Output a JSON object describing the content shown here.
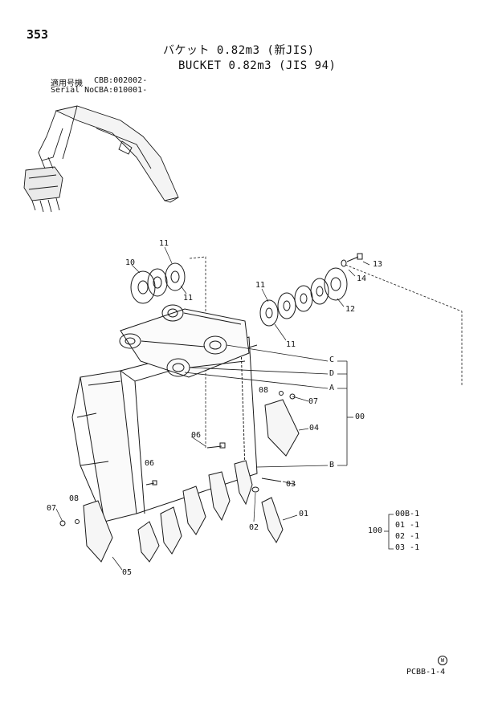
{
  "page": {
    "page_number": "353",
    "title_jp": "バケット 0.82m3 (新JIS)",
    "title_en": "BUCKET 0.82m3 (JIS 94)",
    "serial_label_jp": "適用号機",
    "serial_value_1": "CBB:002002-",
    "serial_label_en": "Serial No.",
    "serial_value_2": "CBA:010001-",
    "footer_code": "PCBB-1-4",
    "circled_mark": "W"
  },
  "callouts": [
    {
      "id": "c11a",
      "label": "11"
    },
    {
      "id": "c10",
      "label": "10"
    },
    {
      "id": "c11b",
      "label": "11"
    },
    {
      "id": "c13",
      "label": "13"
    },
    {
      "id": "c14",
      "label": "14"
    },
    {
      "id": "c11c",
      "label": "11"
    },
    {
      "id": "c12",
      "label": "12"
    },
    {
      "id": "c11d",
      "label": "11"
    },
    {
      "id": "cC",
      "label": "C"
    },
    {
      "id": "cD",
      "label": "D"
    },
    {
      "id": "cA",
      "label": "A"
    },
    {
      "id": "c08a",
      "label": "08"
    },
    {
      "id": "c07a",
      "label": "07"
    },
    {
      "id": "c00",
      "label": "00"
    },
    {
      "id": "c04",
      "label": "04"
    },
    {
      "id": "c06a",
      "label": "06"
    },
    {
      "id": "c06b",
      "label": "06"
    },
    {
      "id": "cB",
      "label": "B"
    },
    {
      "id": "c03",
      "label": "03"
    },
    {
      "id": "c07b",
      "label": "07"
    },
    {
      "id": "c08b",
      "label": "08"
    },
    {
      "id": "c01",
      "label": "01"
    },
    {
      "id": "c02",
      "label": "02"
    },
    {
      "id": "c05",
      "label": "05"
    }
  ],
  "kit": {
    "label": "100",
    "lines": [
      "00B-1",
      "01 -1",
      "02 -1",
      "03 -1"
    ]
  }
}
